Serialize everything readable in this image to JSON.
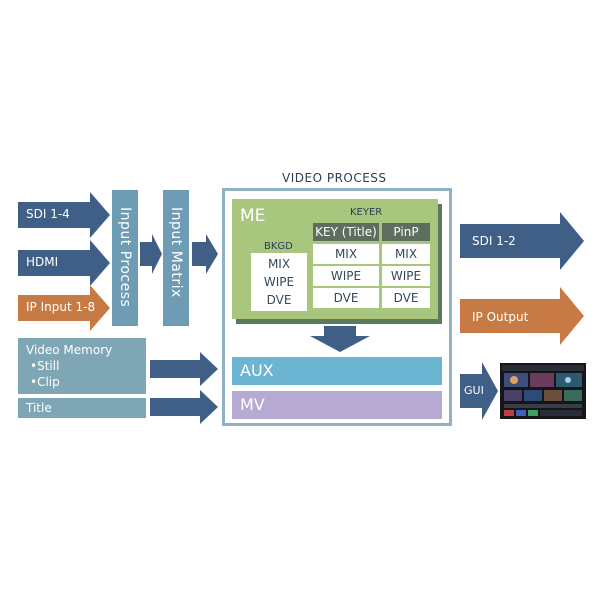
{
  "inputs": {
    "sdi": "SDI 1-4",
    "hdmi": "HDMI",
    "ip_input": "IP Input  1-8",
    "video_memory": "Video Memory",
    "still": "•Still",
    "clip": "•Clip",
    "title": "Title"
  },
  "columns": {
    "input_process": "Input Process",
    "input_matrix": "Input Matrix"
  },
  "video_process": {
    "title": "VIDEO PROCESS",
    "me": "ME",
    "keyer": "KEYER",
    "bkgd": "BKGD",
    "bkgd_items": [
      "MIX",
      "WIPE",
      "DVE"
    ],
    "key_title": "KEY (Title)",
    "key_items": [
      "MIX",
      "WIPE",
      "DVE"
    ],
    "pinp": "PinP",
    "pinp_items": [
      "MIX",
      "WIPE",
      "DVE"
    ],
    "aux": "AUX",
    "mv": "MV"
  },
  "outputs": {
    "sdi": "SDI 1-2",
    "ip_output": "IP Output",
    "gui": "GUI"
  },
  "colors": {
    "blue_dark": "#3f5f86",
    "blue_column": "#6f9cb5",
    "orange": "#c87a45",
    "green": "#a9c67f",
    "green_header": "#5d6e5e",
    "aux": "#6bb4d2",
    "mv": "#b6aad2",
    "frame": "#8fb1c4",
    "teal_box": "#7fa6b5"
  }
}
